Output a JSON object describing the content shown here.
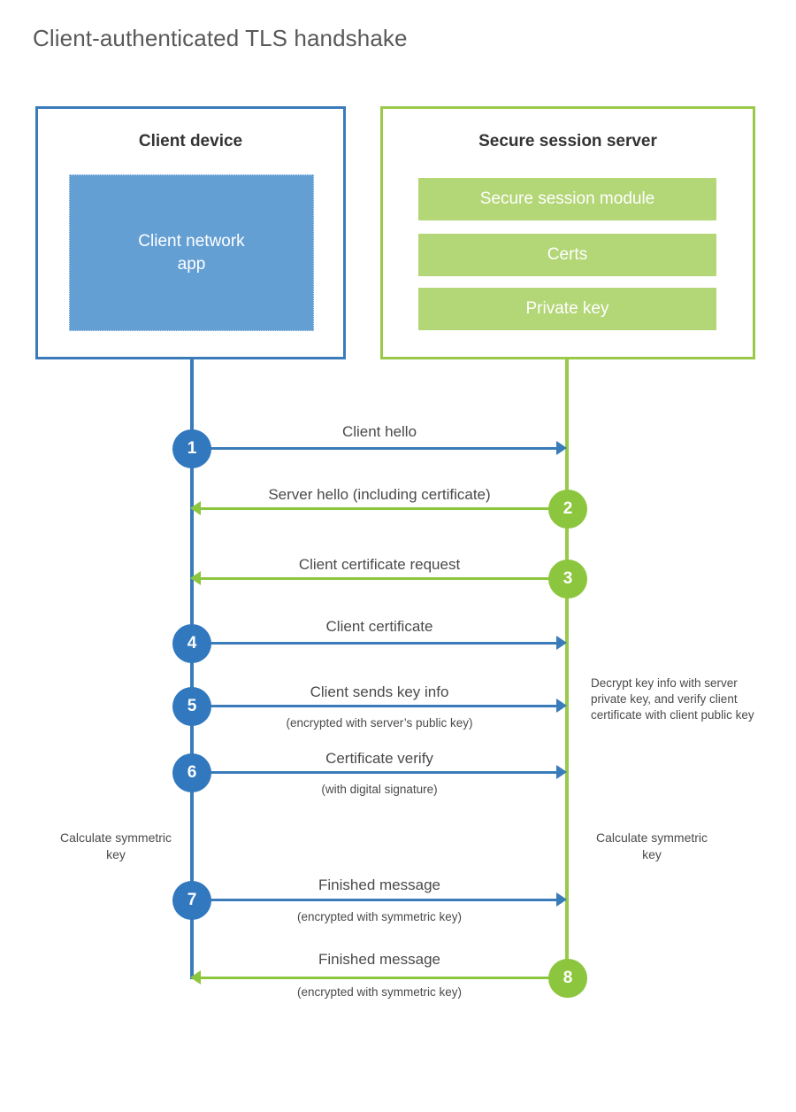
{
  "title": "Client-authenticated TLS handshake",
  "colors": {
    "client_blue": "#3a7cba",
    "client_circle": "#3178be",
    "client_app_fill": "#649fd4",
    "server_green": "#9ac94a",
    "server_circle": "#8cc63e",
    "server_bar_fill": "#b3d677",
    "text": "#4a4a4a",
    "title_text": "#595959"
  },
  "client": {
    "title": "Client device",
    "app_label": "Client network\napp"
  },
  "server": {
    "title": "Secure session server",
    "bars": [
      {
        "label": "Secure session module"
      },
      {
        "label": "Certs"
      },
      {
        "label": "Private key"
      }
    ]
  },
  "steps": [
    {
      "number": "1",
      "label": "Client hello",
      "sub": "",
      "direction": "client-to-server",
      "side": "client"
    },
    {
      "number": "2",
      "label": "Server hello (including certificate)",
      "sub": "",
      "direction": "server-to-client",
      "side": "server"
    },
    {
      "number": "3",
      "label": "Client certificate request",
      "sub": "",
      "direction": "server-to-client",
      "side": "server"
    },
    {
      "number": "4",
      "label": "Client certificate",
      "sub": "",
      "direction": "client-to-server",
      "side": "client"
    },
    {
      "number": "5",
      "label": "Client sends key info",
      "sub": "(encrypted with server’s public key)",
      "direction": "client-to-server",
      "side": "client"
    },
    {
      "number": "6",
      "label": "Certificate verify",
      "sub": "(with digital signature)",
      "direction": "client-to-server",
      "side": "client"
    },
    {
      "number": "7",
      "label": "Finished message",
      "sub": "(encrypted with symmetric key)",
      "direction": "client-to-server",
      "side": "client"
    },
    {
      "number": "8",
      "label": "Finished message",
      "sub": "(encrypted with symmetric key)",
      "direction": "server-to-client",
      "side": "server"
    }
  ],
  "notes": {
    "decrypt": "Decrypt key info with server private key, and verify client certificate with client public key",
    "calculate_client": "Calculate symmetric key",
    "calculate_server": "Calculate symmetric key"
  }
}
